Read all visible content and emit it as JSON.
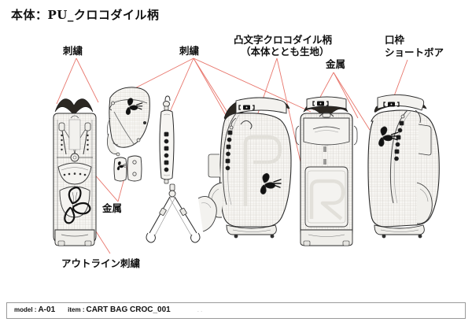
{
  "sheet": {
    "title": "本体：PU_クロコダイル柄",
    "background_color": "#ffffff",
    "leader_line_color": "#e8756b",
    "ink_color": "#1a1a1a",
    "body_fill_color": "#f6f5f2",
    "cuff_color": "#2b2722"
  },
  "annotations": [
    {
      "id": "embroidery-left",
      "label": "刺繍"
    },
    {
      "id": "embroidery-right",
      "label": "刺繍"
    },
    {
      "id": "emboss-croc",
      "label": "凸文字クロコダイル柄"
    },
    {
      "id": "emboss-croc-sub",
      "label": "（本体ととも生地）"
    },
    {
      "id": "metal-top",
      "label": "金属"
    },
    {
      "id": "mouth-frame",
      "label": "口枠"
    },
    {
      "id": "short-bore",
      "label": "ショートボア"
    },
    {
      "id": "metal-left",
      "label": "金属"
    },
    {
      "id": "outline-embroidery",
      "label": "アウトライン刺繍"
    }
  ],
  "views": [
    {
      "id": "back-view",
      "name": "back view with dual strap harness"
    },
    {
      "id": "hood-view",
      "name": "rain hood cover"
    },
    {
      "id": "strap-pad",
      "name": "shoulder strap pad"
    },
    {
      "id": "hardware",
      "name": "metal hardware pieces"
    },
    {
      "id": "side-left",
      "name": "side view left"
    },
    {
      "id": "strap-assy",
      "name": "shoulder strap assembly"
    },
    {
      "id": "front-view",
      "name": "front view"
    },
    {
      "id": "side-right",
      "name": "side view right"
    }
  ],
  "footer": {
    "model_key": "model :",
    "model_value": "A-01",
    "item_key": "item :",
    "item_value": "CART BAG CROC_001",
    "trailing": ".."
  }
}
